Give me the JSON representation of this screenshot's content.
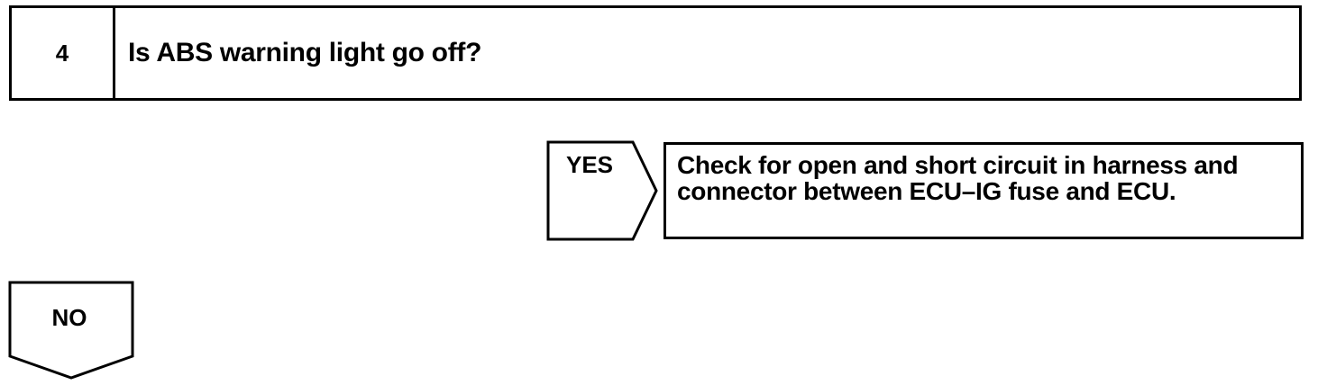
{
  "step": {
    "number": "4",
    "question": "Is ABS warning light go off?"
  },
  "yes_branch": {
    "label": "YES",
    "result_line1": "Check for open and short circuit in harness and",
    "result_line2": "connector between ECU–IG fuse and ECU."
  },
  "no_branch": {
    "label": "NO"
  },
  "colors": {
    "line": "#000000",
    "background": "#ffffff"
  }
}
